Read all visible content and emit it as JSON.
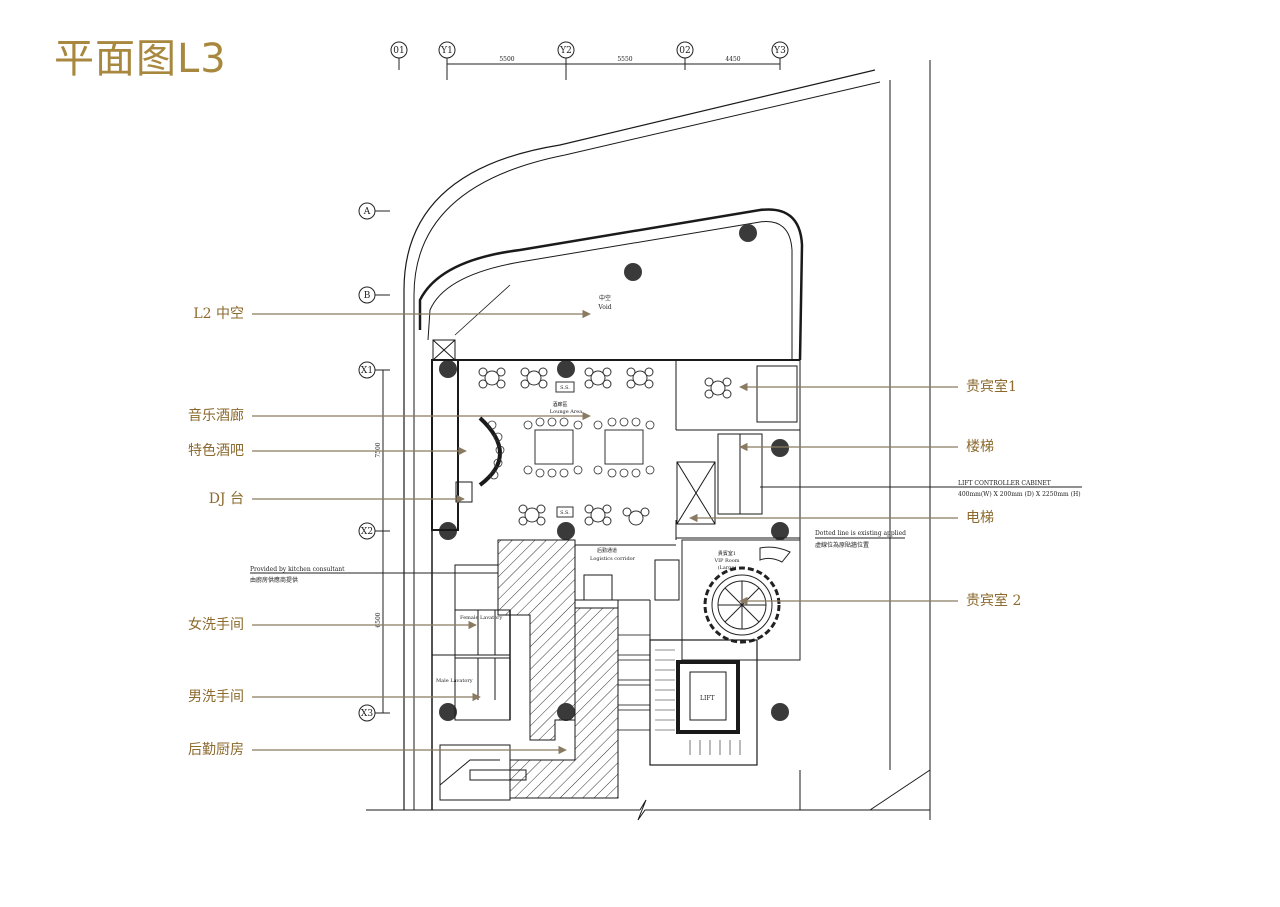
{
  "title": "平面图L3",
  "labels_left": [
    {
      "id": "l2-atrium",
      "text": "L2 中空"
    },
    {
      "id": "music-lounge",
      "text": "音乐酒廊"
    },
    {
      "id": "feature-bar",
      "text": "特色酒吧"
    },
    {
      "id": "dj-booth",
      "text": "DJ 台"
    },
    {
      "id": "female-lavatory",
      "text": "女洗手间"
    },
    {
      "id": "male-lavatory",
      "text": "男洗手间"
    },
    {
      "id": "back-kitchen",
      "text": "后勤厨房"
    }
  ],
  "labels_right": [
    {
      "id": "vip-room-1",
      "text": "贵宾室1"
    },
    {
      "id": "staircase",
      "text": "楼梯"
    },
    {
      "id": "elevator",
      "text": "电梯"
    },
    {
      "id": "vip-room-2",
      "text": "贵宾室 2"
    }
  ],
  "grid_columns": [
    "01",
    "Y1",
    "Y2",
    "02",
    "Y3"
  ],
  "grid_rows": [
    "A",
    "B",
    "X1",
    "X2",
    "X3"
  ],
  "dimensions": {
    "d1": "5500",
    "d2": "5550",
    "d3": "4450",
    "v1": "7500",
    "v2": "6500"
  },
  "drawing_text": {
    "void_cn": "中空",
    "void_en": "Void",
    "lounge_cn": "酒廊區",
    "lounge_en": "Lounge Area",
    "corridor_cn": "后勤通道",
    "corridor_en": "Logistics corridor",
    "female_lav": "Female Lavatory",
    "male_lav": "Male Lavatory",
    "vip_cn": "貴賓室1",
    "vip_en1": "VIP Room",
    "vip_en2": "(Large)",
    "lift_cabinet_1": "LIFT CONTROLLER CABINET",
    "lift_cabinet_2": "400mm(W) X 200mm (D) X 2250mm (H)",
    "dotted_note_1": "Dotted line is existing applied",
    "dotted_note_2": "虛線位為原貼牆位置",
    "kitchen_note_1": "Provided by kitchen consultant",
    "kitchen_note_2": "由廚房供應商提供",
    "lift_label": "LIFT",
    "ss": "S.S."
  },
  "colors": {
    "accent": "#a8873f",
    "label": "#8c6a2e",
    "leader": "#8a7a62",
    "line": "#1a1a1a"
  }
}
